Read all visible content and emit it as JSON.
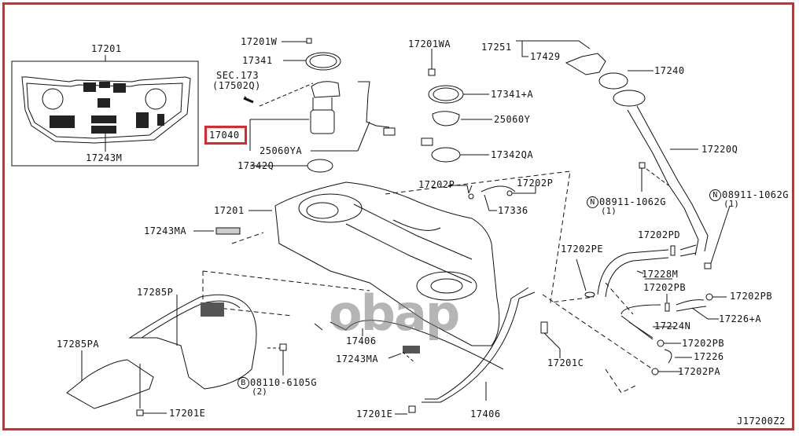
{
  "diagram": {
    "code": "J17200Z2",
    "watermark": "obap",
    "highlight_color": "#e0262b",
    "inset": {
      "top_label": "17201",
      "bottom_label": "17243M"
    },
    "section_ref": {
      "line1": "SEC.173",
      "line2": "(17502Q)"
    },
    "highlighted_part": "17040",
    "labels": {
      "p17201W": "17201W",
      "p17341": "17341",
      "p25060YA": "25060YA",
      "p17342Q": "17342Q",
      "p17201WA": "17201WA",
      "p17341A": "17341+A",
      "p25060Y": "25060Y",
      "p17342QA": "17342QA",
      "p17251": "17251",
      "p17429": "17429",
      "p17240": "17240",
      "p17220Q": "17220Q",
      "n08911_left": "08911-1062G",
      "n08911_left_qty": "(1)",
      "n08911_right": "08911-1062G",
      "n08911_right_qty": "(1)",
      "p17202P_left": "17202P",
      "p17202P_right": "17202P",
      "p17336": "17336",
      "p17201_tank": "17201",
      "p17243MA_top": "17243MA",
      "p17202PE": "17202PE",
      "p17202PD": "17202PD",
      "p17228M": "17228M",
      "p17202PB_mid": "17202PB",
      "p17202PB_right": "17202PB",
      "p17226A": "17226+A",
      "p17224N": "17224N",
      "p17202PB_low": "17202PB",
      "p17226": "17226",
      "p17202PA": "17202PA",
      "p17285P": "17285P",
      "p17285PA": "17285PA",
      "p17406_upper": "17406",
      "p17243MA_bottom": "17243MA",
      "b08110": "08110-6105G",
      "b08110_qty": "(2)",
      "p17201E_left": "17201E",
      "p17201E_right": "17201E",
      "p17406_lower": "17406",
      "p17201C": "17201C"
    },
    "symbols": {
      "n": "N",
      "b": "B"
    }
  }
}
